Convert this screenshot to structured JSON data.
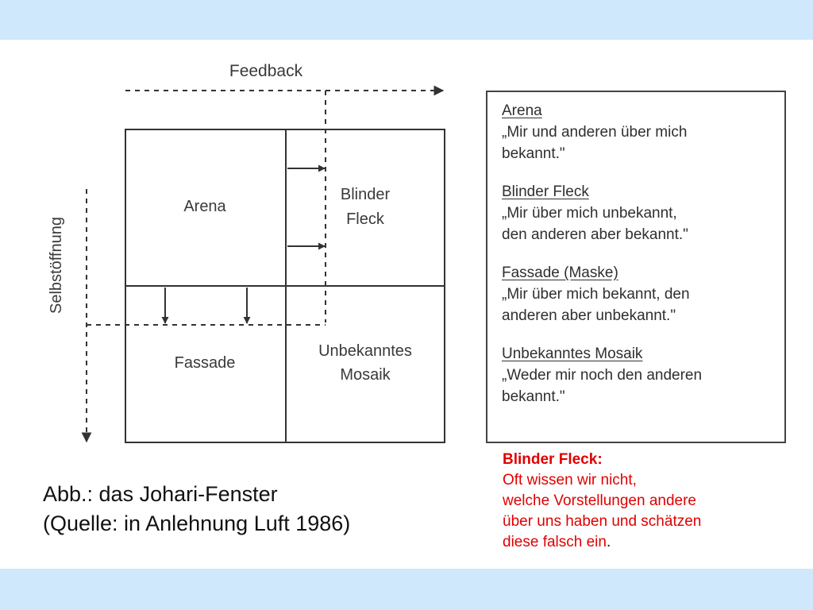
{
  "diagram": {
    "top_axis_label": "Feedback",
    "left_axis_label": "Selbstöffnung",
    "quadrants": {
      "arena": "Arena",
      "blind_spot": [
        "Blinder",
        "Fleck"
      ],
      "facade": "Fassade",
      "unknown": [
        "Unbekanntes",
        "Mosaik"
      ]
    }
  },
  "legend": {
    "entries": [
      {
        "title": "Arena",
        "text": "„Mir und anderen über mich\nbekannt.\""
      },
      {
        "title": "Blinder Fleck",
        "text": "„Mir über mich unbekannt,\nden anderen aber bekannt.\""
      },
      {
        "title": "Fassade (Maske)",
        "text": "„Mir über mich bekannt, den\nanderen aber unbekannt.\""
      },
      {
        "title": "Unbekanntes Mosaik",
        "text": "„Weder mir noch den anderen\nbekannt.\""
      }
    ]
  },
  "caption": {
    "line1": "Abb.: das Johari-Fenster",
    "line2": "(Quelle: in Anlehnung Luft 1986)"
  },
  "note": {
    "title": "Blinder Fleck:",
    "line1": "Oft wissen wir nicht,",
    "line2": "welche Vorstellungen andere",
    "line3": "über uns haben und schätzen",
    "line4": "diese falsch ein",
    "punct": "."
  },
  "colors": {
    "band": "#cfe8fb",
    "note": "#e00000",
    "lines": "#333333"
  }
}
